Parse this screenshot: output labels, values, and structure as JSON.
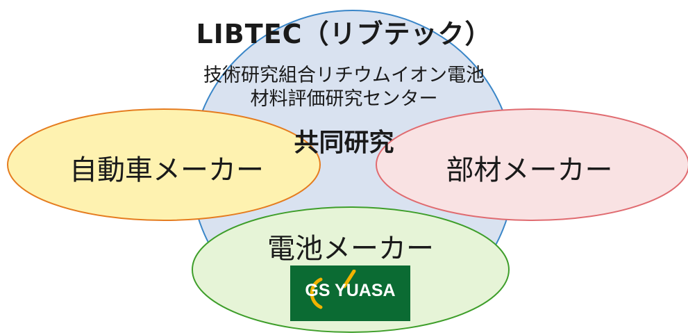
{
  "diagram": {
    "title": "LIBTEC（リブテック）",
    "subtitle_line1": "技術研究組合リチウムイオン電池",
    "subtitle_line2": "材料評価研究センター",
    "center_label": "共同研究",
    "nodes": [
      {
        "id": "automaker",
        "label": "自動車メーカー",
        "fill": "#fef2b0",
        "stroke": "#e57c1f"
      },
      {
        "id": "materials_maker",
        "label": "部材メーカー",
        "fill": "#f9e2e3",
        "stroke": "#e06b70"
      },
      {
        "id": "battery_maker",
        "label": "電池メーカー",
        "fill": "#e6f4d7",
        "stroke": "#3e9e2a"
      }
    ],
    "center_circle": {
      "fill": "#d9e2f0",
      "stroke": "#3a86c8"
    },
    "logo": {
      "text": "GS YUASA",
      "background": "#0b6b33",
      "accent": "#f2b300"
    }
  }
}
